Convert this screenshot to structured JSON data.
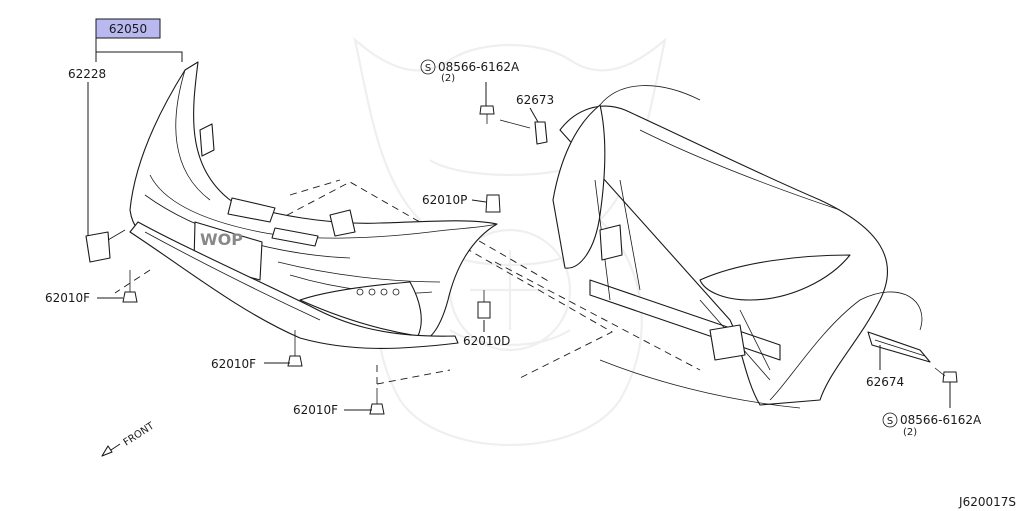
{
  "callouts": {
    "assembly": "62050",
    "grille_bracket": "62228",
    "screw_top": "08566-6162A",
    "screw_top_qty": "(2)",
    "bracket_right": "62673",
    "clip_p": "62010P",
    "clip_d": "62010D",
    "clip_f_left": "62010F",
    "clip_f_mid": "62010F",
    "clip_f_bottom": "62010F",
    "bracket_lower": "62674",
    "screw_bottom": "08566-6162A",
    "screw_bottom_qty": "(2)",
    "screw_marker": "S"
  },
  "direction": {
    "front_label": "FRONT"
  },
  "figure_code": "J620017S",
  "colors": {
    "highlight_box": "#b9b9f0",
    "line": "#1a1a1a",
    "watermark": "#efefef"
  }
}
